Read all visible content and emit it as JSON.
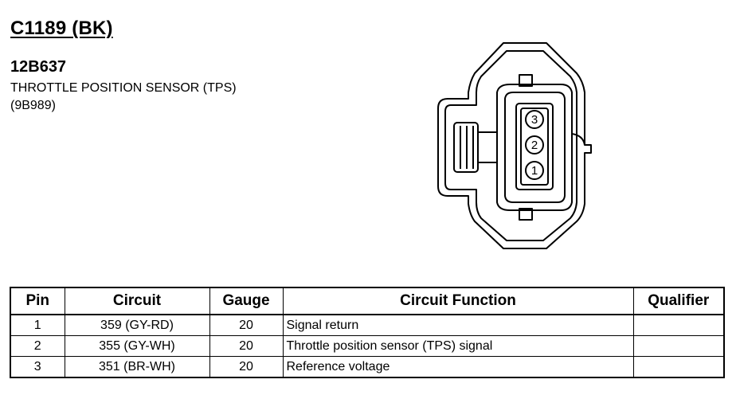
{
  "header": {
    "connector_id": "C1189 (BK)",
    "part_number": "12B637",
    "component_name": "THROTTLE POSITION SENSOR (TPS)",
    "component_code": "(9B989)"
  },
  "connector": {
    "pin_labels": [
      "3",
      "2",
      "1"
    ]
  },
  "table": {
    "headers": {
      "pin": "Pin",
      "circuit": "Circuit",
      "gauge": "Gauge",
      "function": "Circuit Function",
      "qualifier": "Qualifier"
    },
    "rows": [
      {
        "pin": "1",
        "circuit": "359 (GY-RD)",
        "gauge": "20",
        "function": "Signal return",
        "qualifier": ""
      },
      {
        "pin": "2",
        "circuit": "355 (GY-WH)",
        "gauge": "20",
        "function": "Throttle position sensor (TPS) signal",
        "qualifier": ""
      },
      {
        "pin": "3",
        "circuit": "351 (BR-WH)",
        "gauge": "20",
        "function": "Reference voltage",
        "qualifier": ""
      }
    ]
  }
}
